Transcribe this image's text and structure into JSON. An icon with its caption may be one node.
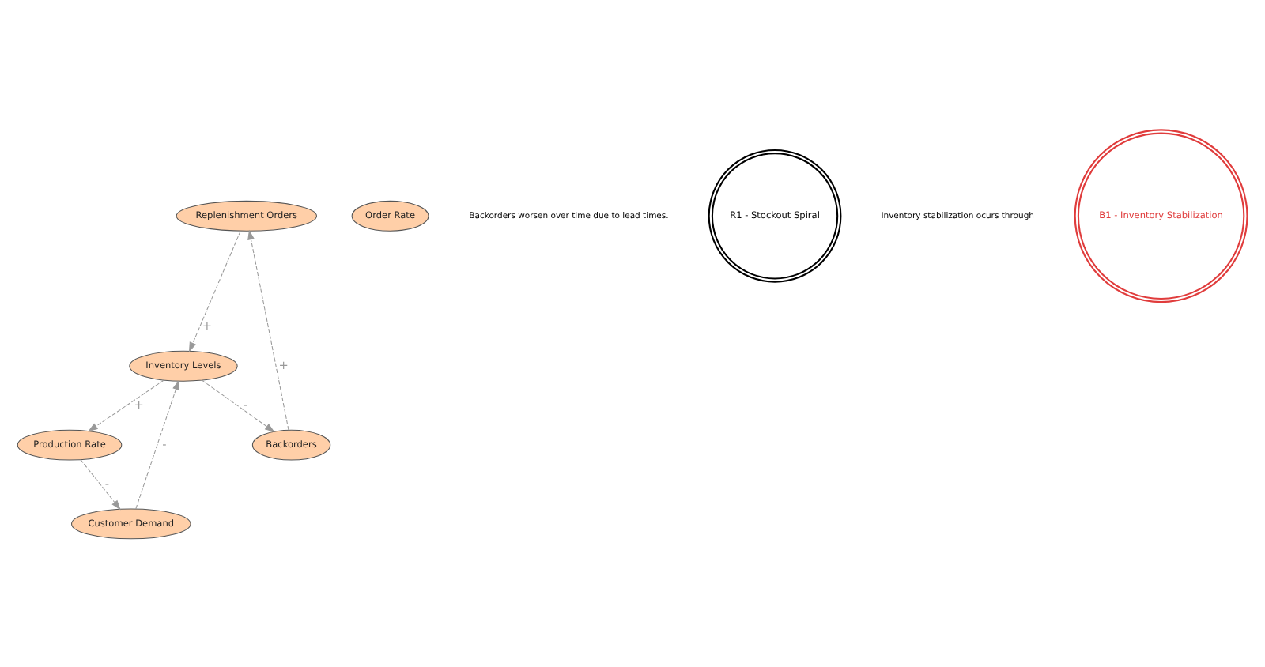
{
  "diagram": {
    "nodes": [
      {
        "text": [
          "Replenishment Orders"
        ]
      },
      {
        "text": [
          "Inventory Levels"
        ]
      },
      {
        "text": [
          "Order Rate"
        ]
      },
      {
        "text": [
          "Customer Demand"
        ]
      },
      {
        "text": [
          "Backorders"
        ]
      },
      {
        "text": [
          "Production Rate"
        ]
      }
    ],
    "edges": [
      {
        "from": 0,
        "to": 1,
        "arrow": "to",
        "label": "+",
        "style": "dashed"
      },
      {
        "from": 1,
        "to": 4,
        "arrow": "to",
        "label": "-",
        "style": "dashed"
      },
      {
        "from": 4,
        "to": 0,
        "arrow": "to",
        "label": "+",
        "style": "dashed"
      },
      {
        "from": 1,
        "to": 5,
        "arrow": "to",
        "label": "+",
        "style": "dashed"
      },
      {
        "from": 5,
        "to": 3,
        "arrow": "to",
        "label": "-",
        "style": "dashed"
      },
      {
        "from": 3,
        "to": 1,
        "arrow": "to",
        "label": "-",
        "style": "dashed"
      }
    ],
    "labels": [
      "Backorders worsen over time due to lead times.",
      "R1 - Stockout Spiral",
      "Inventory stabilization ocurs through",
      "B1 - Inventory Stabilization"
    ]
  }
}
